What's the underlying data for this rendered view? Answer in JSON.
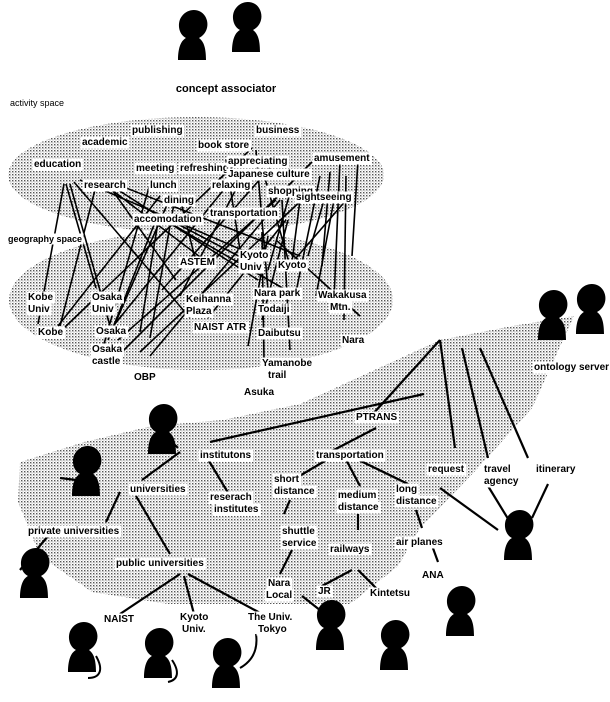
{
  "header": {
    "title": "concept associator"
  },
  "server_label": "ontology server",
  "activity_space": {
    "title": "activity space",
    "nodes": {
      "publishing": "publishing",
      "academic": "academic",
      "book_store": "book store",
      "business": "business",
      "education": "education",
      "meeting": "meeting",
      "refreshing": "refreshing",
      "appreciating": "appreciating",
      "japanese_culture": "Japanese culture",
      "amusement": "amusement",
      "research": "research",
      "lunch": "lunch",
      "relaxing": "relaxing",
      "dining": "dining",
      "shopping": "shopping",
      "sightseeing": "sightseeing",
      "accomodation": "accomodation",
      "transportation": "transportation"
    }
  },
  "geography_space": {
    "title": "geography space",
    "nodes": {
      "astem": "ASTEM",
      "kyoto_univ_1": "Kyoto",
      "kyoto_univ_2": "Univ",
      "kyoto": "Kyoto",
      "kobe_univ_1": "Kobe",
      "kobe_univ_2": "Univ",
      "osaka_univ_1": "Osaka",
      "osaka_univ_2": "Univ",
      "keihanna_1": "Keihanna",
      "keihanna_2": "Plaza",
      "nara_park": "Nara park",
      "todaiji": "Todaiji",
      "wakakusa_1": "Wakakusa",
      "wakakusa_2": "Mtn.",
      "kobe": "Kobe",
      "osaka": "Osaka",
      "naist_atr": "NAIST ATR",
      "daibutsu": "Daibutsu",
      "nara": "Nara",
      "osaka_castle_1": "Osaka",
      "osaka_castle_2": "castle",
      "obp": "OBP",
      "yamanobe_1": "Yamanobe",
      "yamanobe_2": "trail",
      "asuka": "Asuka"
    }
  },
  "ontology": {
    "ptrans": "PTRANS",
    "institutions": "institutons",
    "transportation": "transportation",
    "universities": "universities",
    "research_institutes_1": "reserach",
    "research_institutes_2": "institutes",
    "short_distance_1": "short",
    "short_distance_2": "distance",
    "medium_distance_1": "medium",
    "medium_distance_2": "distance",
    "long_distance_1": "long",
    "long_distance_2": "distance",
    "request": "request",
    "travel_agency_1": "travel",
    "travel_agency_2": "agency",
    "itinerary": "itinerary",
    "private_universities": "private universities",
    "shuttle_service_1": "shuttle",
    "shuttle_service_2": "service",
    "railways": "railways",
    "air_planes": "air planes",
    "public_universities": "public universities",
    "ana": "ANA",
    "nara_local_1": "Nara",
    "nara_local_2": "Local",
    "jr": "JR",
    "kintetsu": "Kintetsu",
    "naist": "NAIST",
    "kyoto_univ_1": "Kyoto",
    "kyoto_univ_2": "Univ.",
    "univ_tokyo_1": "The Univ.",
    "univ_tokyo_2": "Tokyo"
  }
}
